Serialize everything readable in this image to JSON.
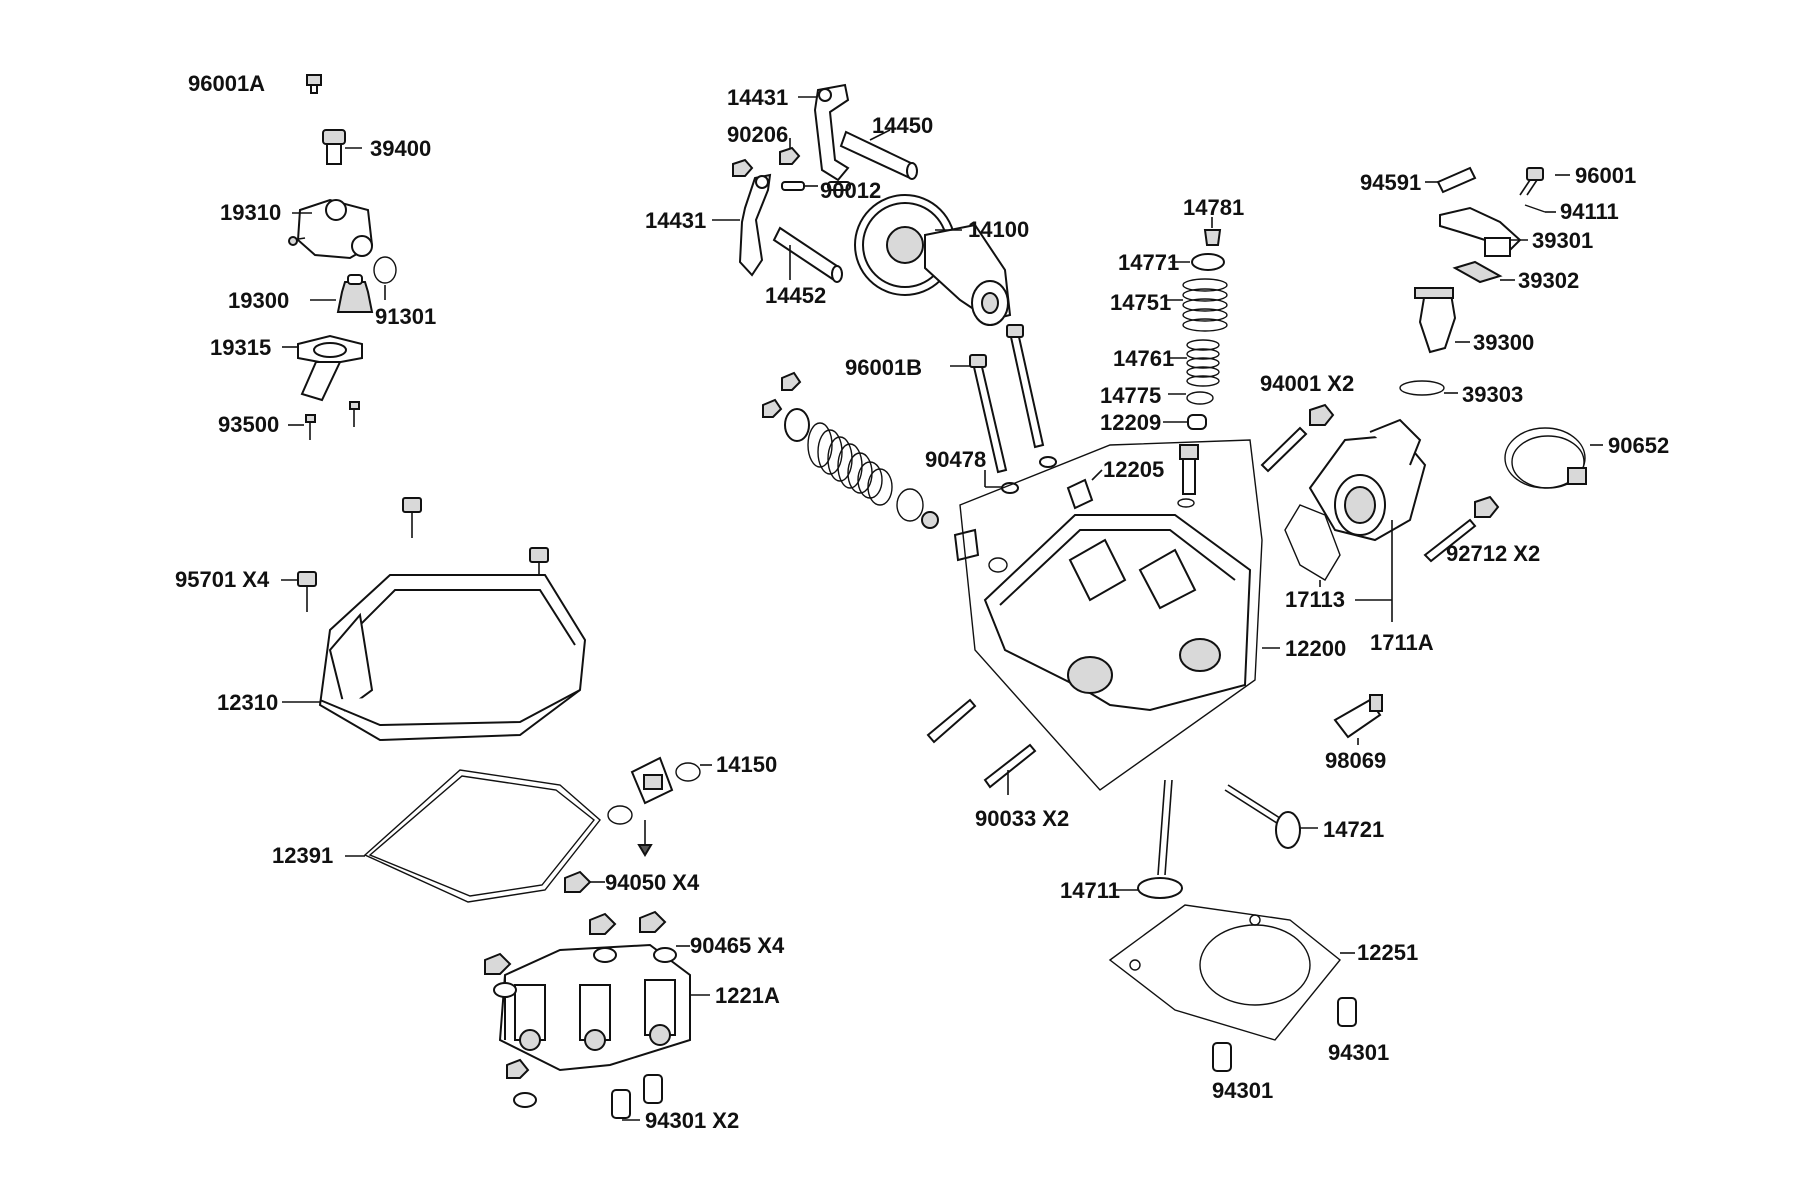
{
  "diagram": {
    "labels": {
      "p96001A": "96001A",
      "p39400": "39400",
      "p19310": "19310",
      "p19300": "19300",
      "p91301": "91301",
      "p19315": "19315",
      "p93500": "93500",
      "p95701": "95701 X4",
      "p12310": "12310",
      "p12391": "12391",
      "p14150": "14150",
      "p94050": "94050  X4",
      "p90465": "90465 X4",
      "p1221A": "1221A",
      "p94301x2": "94301 X2",
      "p14431a": "14431",
      "p90206": "90206",
      "p14450": "14450",
      "p90012": "90012",
      "p14431b": "14431",
      "p14100": "14100",
      "p14452": "14452",
      "p96001B": "96001B",
      "p90478": "90478",
      "p90033": "90033  X2",
      "p14781": "14781",
      "p14771": "14771",
      "p14751": "14751",
      "p14761": "14761",
      "p14775": "14775",
      "p12209": "12209",
      "p12205": "12205",
      "p12200": "12200",
      "p14721": "14721",
      "p14711": "14711",
      "p12251": "12251",
      "p94301a": "94301",
      "p94301b": "94301",
      "p94591": "94591",
      "p96001": "96001",
      "p94111": "94111",
      "p39301": "39301",
      "p39302": "39302",
      "p39300": "39300",
      "p94001": "94001  X2",
      "p39303": "39303",
      "p90652": "90652",
      "p92712": "92712  X2",
      "p17113": "17113",
      "p1711A": "1711A",
      "p98069": "98069"
    }
  }
}
